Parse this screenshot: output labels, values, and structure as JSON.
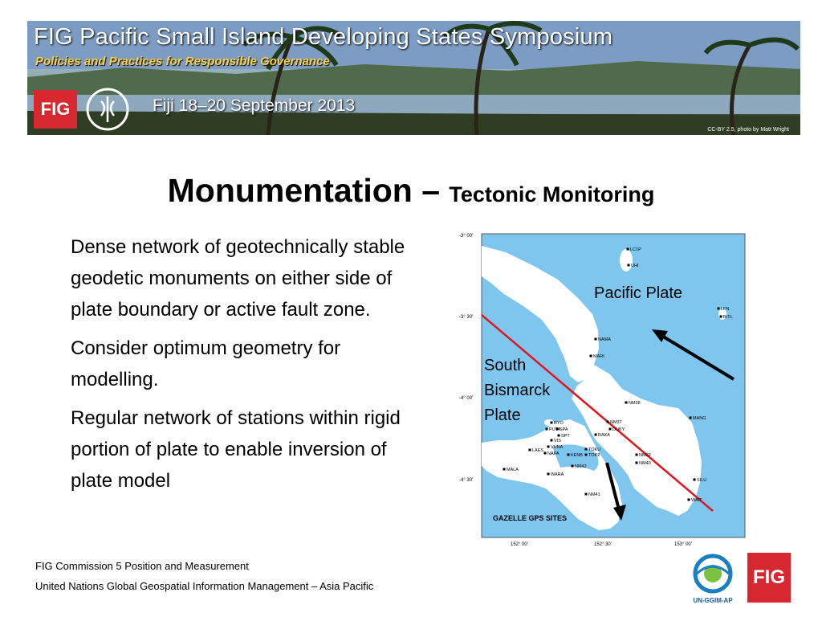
{
  "banner": {
    "title": "FIG Pacific Small Island Developing States Symposium",
    "subtitle": "Policies and Practices for Responsible Governance",
    "date": "Fiji 18–20 September 2013",
    "credit": "CC-BY 2.5, photo by Matt Wright",
    "fig_logo": "FIG"
  },
  "slide": {
    "title_main": "Monumentation – ",
    "title_sub": "Tectonic Monitoring",
    "bullets": [
      "Dense network of geotechnically stable geodetic monuments on either side of plate boundary or active fault zone.",
      "Consider optimum geometry for modelling.",
      "Regular network of stations within rigid portion of plate to enable inversion of plate model"
    ]
  },
  "map": {
    "y_ticks": [
      "-3° 00'",
      "-3° 30'",
      "-4° 00'",
      "-4° 30'"
    ],
    "x_ticks": [
      "152° 00'",
      "152° 30'",
      "153° 00'"
    ],
    "labels": {
      "pacific": "Pacific Plate",
      "south1": "South",
      "south2": "Bismarck",
      "south3": "Plate",
      "caption": "GAZELLE GPS SITES"
    },
    "sites": [
      "LC1P",
      "UHI",
      "LFN",
      "BITL",
      "NAMA",
      "MARI",
      "NM38",
      "MANG",
      "RYO",
      "PUTA",
      "SPA",
      "SPT",
      "VIS",
      "NM37",
      "DUKY",
      "RAKA",
      "LAES",
      "VUNA",
      "NAPA",
      "TOKU",
      "TOK2",
      "KENB",
      "NM39",
      "NM40",
      "NM42",
      "MALA",
      "WARA",
      "SILU",
      "NM41",
      "WAIT"
    ],
    "colors": {
      "sea": "#7fc6ef",
      "land": "#ffffff",
      "boundary": "#e0161e",
      "arrow": "#000000"
    }
  },
  "footer": {
    "line1": "FIG Commission 5 Position and Measurement",
    "line2": "United Nations Global Geospatial Information Management – Asia Pacific",
    "ungg_label": "UN-GGIM-AP",
    "fig_logo": "FIG"
  }
}
